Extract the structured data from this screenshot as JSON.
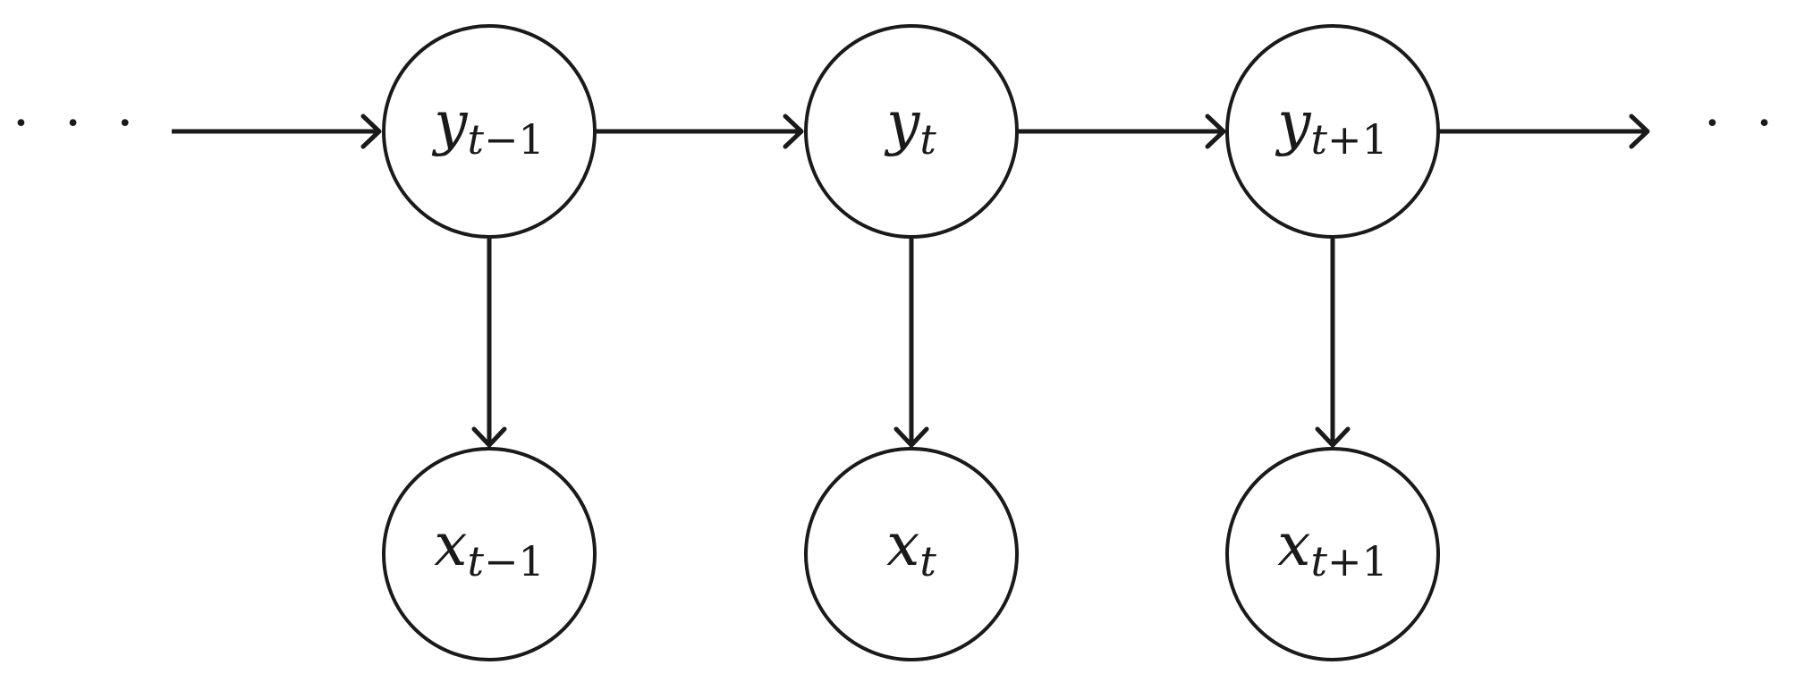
{
  "diagram": {
    "left_ellipsis": "· · ·",
    "right_ellipsis": "· · ·",
    "nodes": [
      {
        "id": "y_prev",
        "var": "y",
        "sub_t": "t",
        "sub_rest": "−1"
      },
      {
        "id": "y_cur",
        "var": "y",
        "sub_t": "t",
        "sub_rest": ""
      },
      {
        "id": "y_next",
        "var": "y",
        "sub_t": "t",
        "sub_rest": "+1"
      },
      {
        "id": "x_prev",
        "var": "x",
        "sub_t": "t",
        "sub_rest": "−1"
      },
      {
        "id": "x_cur",
        "var": "x",
        "sub_t": "t",
        "sub_rest": ""
      },
      {
        "id": "x_next",
        "var": "x",
        "sub_t": "t",
        "sub_rest": "+1"
      }
    ],
    "edges": [
      {
        "from": "left_ellipsis",
        "to": "y_prev"
      },
      {
        "from": "y_prev",
        "to": "y_cur"
      },
      {
        "from": "y_cur",
        "to": "y_next"
      },
      {
        "from": "y_next",
        "to": "right_ellipsis"
      },
      {
        "from": "y_prev",
        "to": "x_prev"
      },
      {
        "from": "y_cur",
        "to": "x_cur"
      },
      {
        "from": "y_next",
        "to": "x_next"
      }
    ]
  }
}
